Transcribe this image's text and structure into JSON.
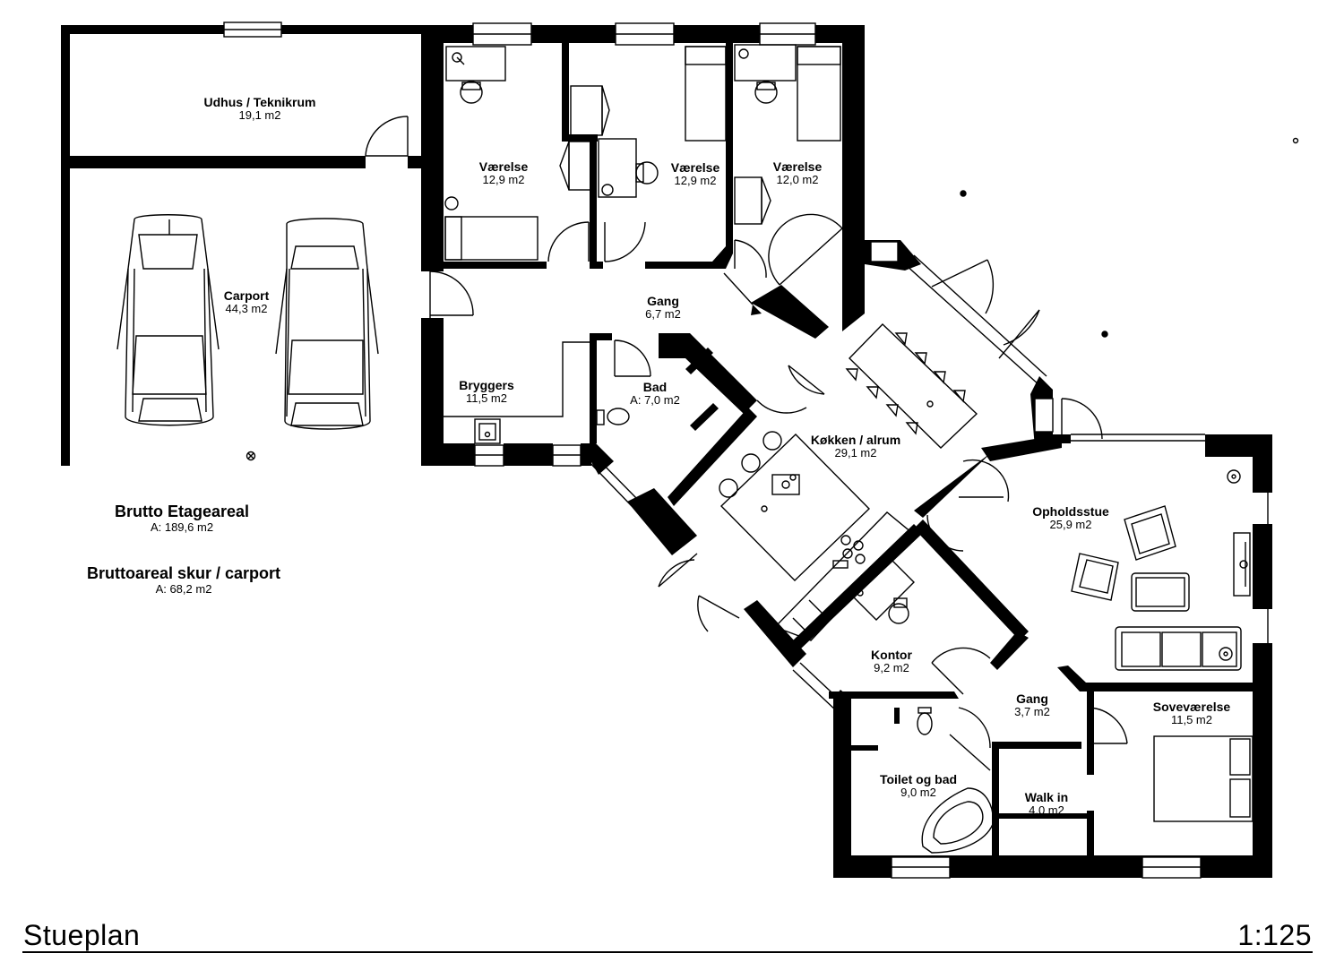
{
  "drawing": {
    "title": "Stueplan",
    "scale": "1:125"
  },
  "rooms": {
    "udhus": {
      "name": "Udhus / Teknikrum",
      "area": "19,1 m2"
    },
    "carport": {
      "name": "Carport",
      "area": "44,3 m2"
    },
    "vaerelse1": {
      "name": "Værelse",
      "area": "12,9 m2"
    },
    "vaerelse2": {
      "name": "Værelse",
      "area": "12,9 m2"
    },
    "vaerelse3": {
      "name": "Værelse",
      "area": "12,0 m2"
    },
    "gang1": {
      "name": "Gang",
      "area": "6,7 m2"
    },
    "bryggers": {
      "name": "Bryggers",
      "area": "11,5 m2"
    },
    "bad": {
      "name": "Bad",
      "area": "A: 7,0 m2"
    },
    "koekken": {
      "name": "Køkken / alrum",
      "area": "29,1 m2"
    },
    "opholdsstue": {
      "name": "Opholdsstue",
      "area": "25,9 m2"
    },
    "kontor": {
      "name": "Kontor",
      "area": "9,2 m2"
    },
    "gang2": {
      "name": "Gang",
      "area": "3,7 m2"
    },
    "sovevaerelse": {
      "name": "Soveværelse",
      "area": "11,5 m2"
    },
    "toilet": {
      "name": "Toilet og bad",
      "area": "9,0 m2"
    },
    "walkin": {
      "name": "Walk in",
      "area": "4,0 m2"
    }
  },
  "summary": {
    "brutto_title": "Brutto Etageareal",
    "brutto_area": "A: 189,6 m2",
    "skur_title": "Bruttoareal skur / carport",
    "skur_area": "A: 68,2 m2"
  }
}
